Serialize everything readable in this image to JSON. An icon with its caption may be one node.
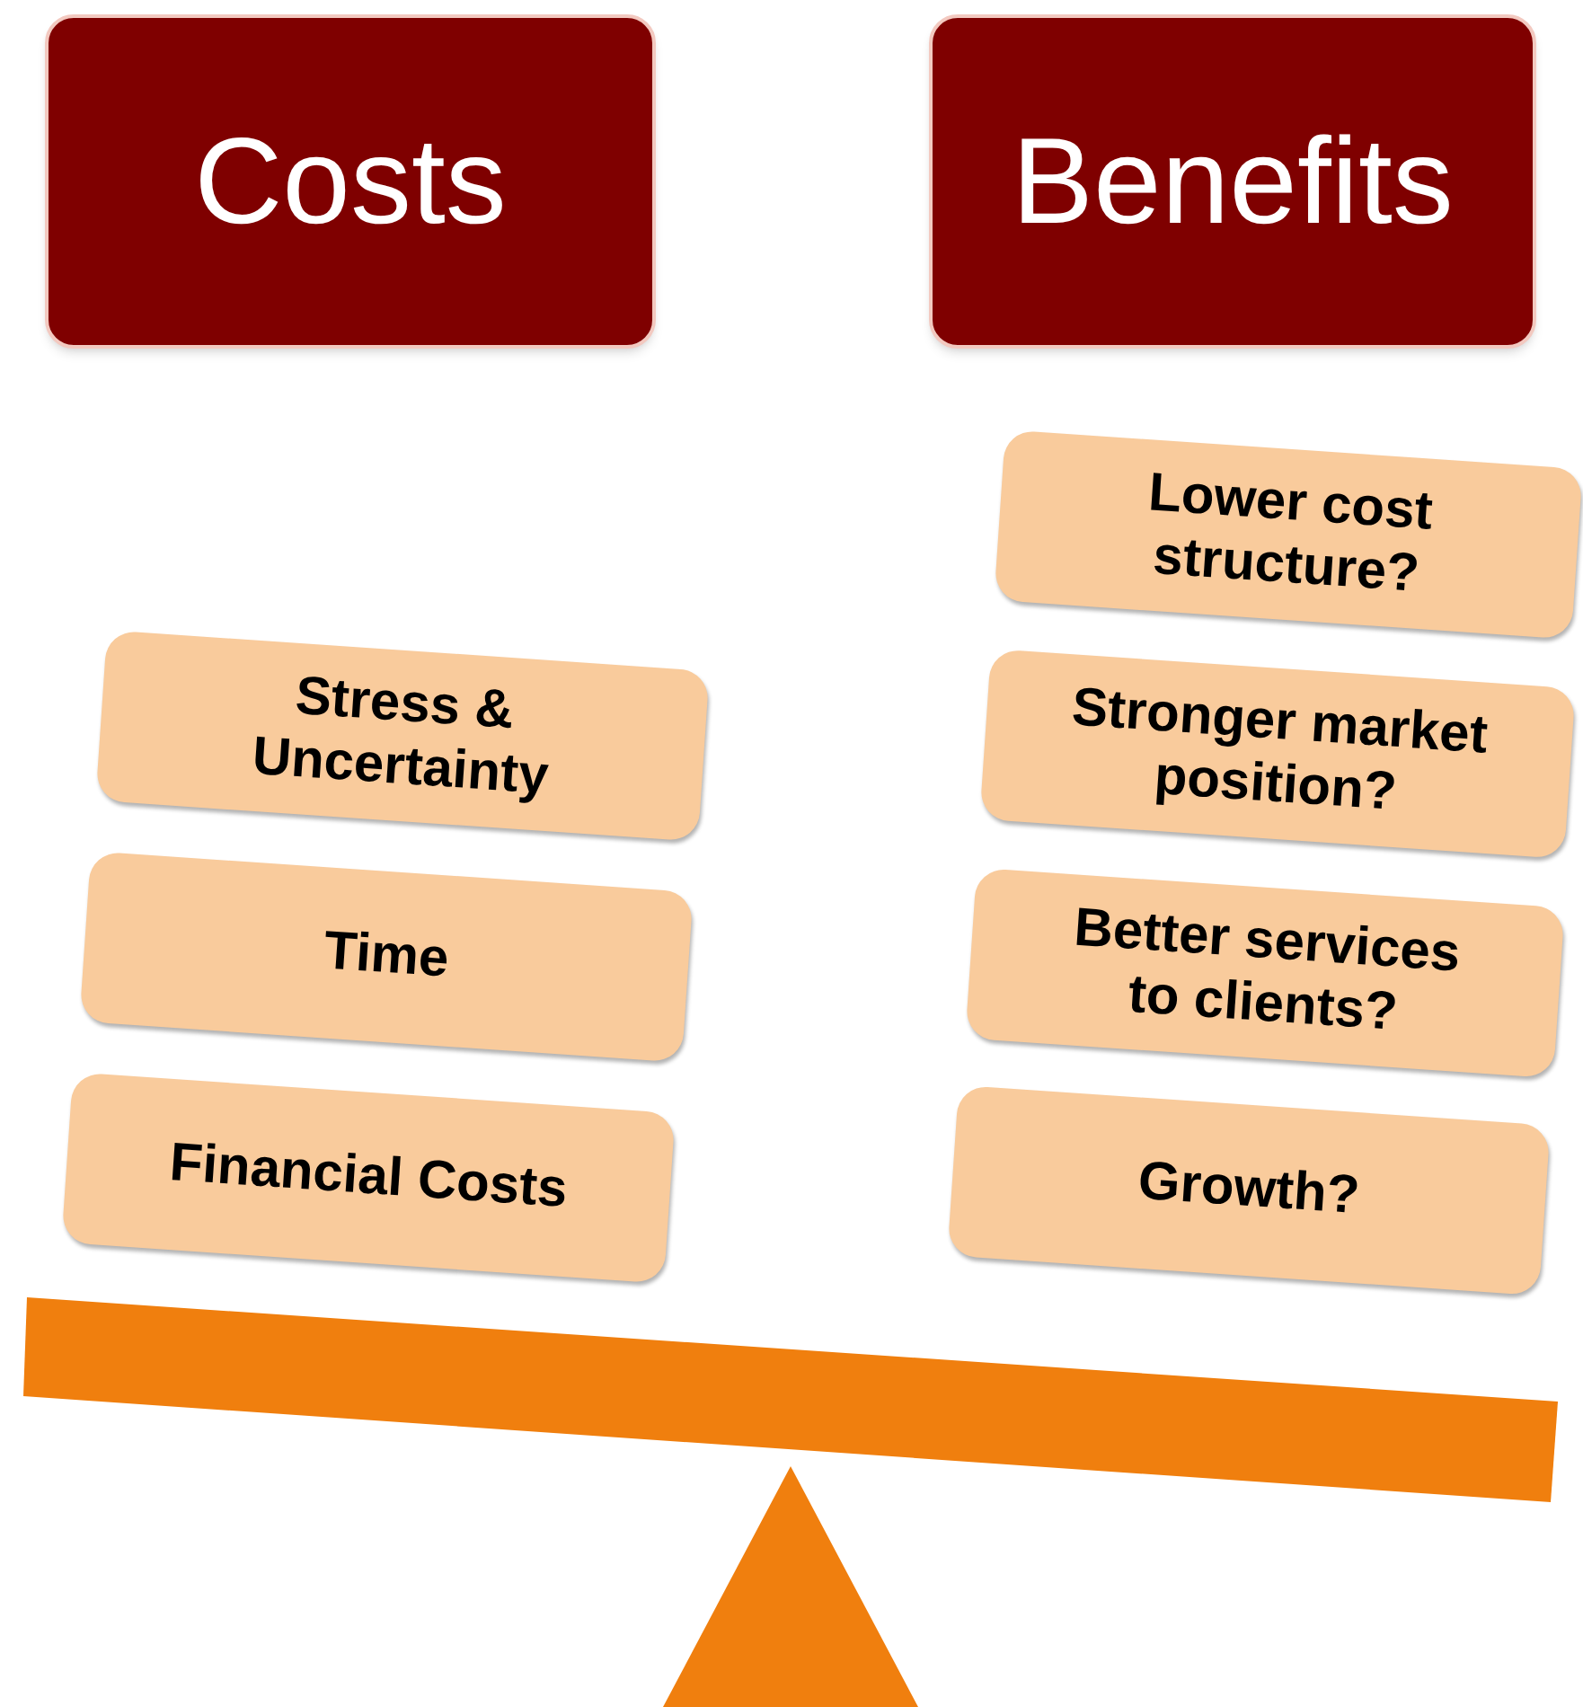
{
  "diagram": {
    "nodes": [
      {
        "text": [
          "Costs"
        ]
      },
      {
        "text": [
          "Benefits"
        ]
      },
      {
        "text": [
          "Stress & Uncertainty"
        ]
      },
      {
        "text": [
          "Time"
        ]
      },
      {
        "text": [
          "Financial Costs"
        ]
      },
      {
        "text": [
          "Lower cost structure?"
        ]
      },
      {
        "text": [
          "Stronger market position?"
        ]
      },
      {
        "text": [
          "Better services to clients?"
        ]
      },
      {
        "text": [
          "Growth?"
        ]
      },
      {
        "text": [],
        "shape": "bar"
      },
      {
        "text": [],
        "shape": "triangle"
      }
    ]
  }
}
